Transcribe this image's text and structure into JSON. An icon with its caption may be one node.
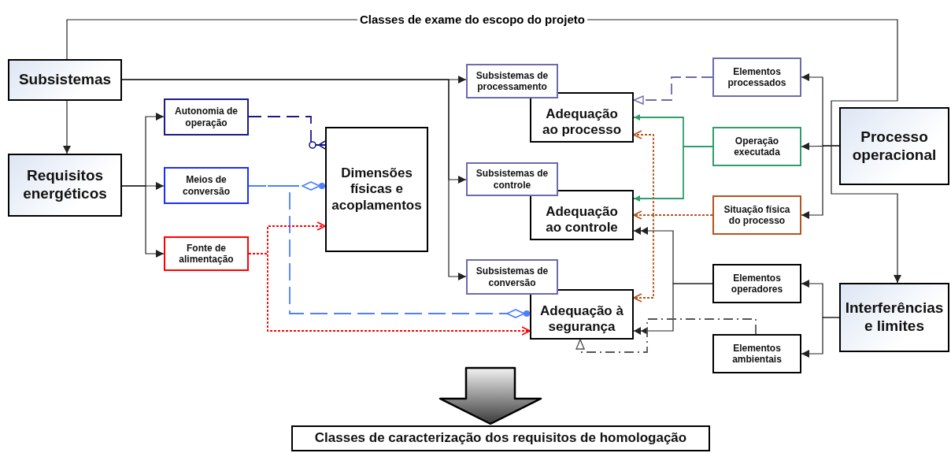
{
  "diagram": {
    "nodes": [
      {
        "text": [
          "Subsistemas"
        ]
      },
      {
        "text": [
          "Requisitos energéticos"
        ]
      },
      {
        "text": [
          "Autonomia de operação"
        ]
      },
      {
        "text": [
          "Meios de conversão"
        ]
      },
      {
        "text": [
          "Fonte de alimentação"
        ]
      },
      {
        "text": [
          "Dimensões físicas e acoplamentos"
        ]
      },
      {
        "text": [
          "Subsistemas de processamento"
        ]
      },
      {
        "text": [
          "Adequação ao processo"
        ]
      },
      {
        "text": [
          "Subsistemas de controle"
        ]
      },
      {
        "text": [
          "Adequação ao controle"
        ]
      },
      {
        "text": [
          "Subsistemas de conversão"
        ]
      },
      {
        "text": [
          "Adequação à segurança"
        ]
      },
      {
        "text": [
          "Elementos processados"
        ]
      },
      {
        "text": [
          "Operação executada"
        ]
      },
      {
        "text": [
          "Situação física do processo"
        ]
      },
      {
        "text": [
          "Elementos operadores"
        ]
      },
      {
        "text": [
          "Elementos ambientais"
        ]
      },
      {
        "text": [
          "Processo operacional"
        ]
      },
      {
        "text": [
          "Interferências e limites"
        ]
      },
      {
        "text": [
          "Classes de caracterização dos requisitos de homologação"
        ]
      }
    ],
    "edges": [
      {
        "from": 0,
        "to": 18,
        "arrow": "to",
        "label": "Classes de exame do escopo do projeto"
      },
      {
        "from": 0,
        "to": 1,
        "arrow": "to"
      },
      {
        "from": 0,
        "to": 6,
        "arrow": "to"
      },
      {
        "from": 0,
        "to": 8,
        "arrow": "to"
      },
      {
        "from": 0,
        "to": 10,
        "arrow": "to"
      },
      {
        "from": 1,
        "to": 2,
        "arrow": "to"
      },
      {
        "from": 1,
        "to": 3,
        "arrow": "to"
      },
      {
        "from": 1,
        "to": 4,
        "arrow": "to"
      },
      {
        "from": 2,
        "to": 5,
        "arrow": "other",
        "style": "dashed",
        "color": "#1a1a8c"
      },
      {
        "from": 3,
        "to": 5,
        "arrow": "other",
        "style": "dashed",
        "color": "#4d7fff"
      },
      {
        "from": 3,
        "to": 11,
        "arrow": "other",
        "style": "dashed",
        "color": "#4d7fff"
      },
      {
        "from": 4,
        "to": 5,
        "arrow": "to",
        "style": "dashed",
        "color": "#ff0000"
      },
      {
        "from": 4,
        "to": 11,
        "arrow": "to",
        "style": "dashed",
        "color": "#ff0000"
      },
      {
        "from": 12,
        "to": 7,
        "arrow": "to",
        "style": "dashed",
        "color": "#6b6bb0"
      },
      {
        "from": 13,
        "to": 7,
        "arrow": "to",
        "color": "#2e9e6b"
      },
      {
        "from": 13,
        "to": 9,
        "arrow": "to",
        "color": "#2e9e6b"
      },
      {
        "from": 14,
        "to": 7,
        "arrow": "to",
        "style": "dashed",
        "color": "#b5541c"
      },
      {
        "from": 14,
        "to": 9,
        "arrow": "to",
        "style": "dashed",
        "color": "#b5541c"
      },
      {
        "from": 14,
        "to": 11,
        "arrow": "to",
        "style": "dashed",
        "color": "#b5541c"
      },
      {
        "from": 17,
        "to": 12,
        "arrow": "to"
      },
      {
        "from": 17,
        "to": 13,
        "arrow": "to"
      },
      {
        "from": 17,
        "to": 14,
        "arrow": "to"
      },
      {
        "from": 18,
        "to": 15,
        "arrow": "to"
      },
      {
        "from": 18,
        "to": 16,
        "arrow": "to"
      },
      {
        "from": 15,
        "to": 9,
        "arrow": "to"
      },
      {
        "from": 15,
        "to": 11,
        "arrow": "to"
      },
      {
        "from": 16,
        "to": 11,
        "arrow": "to",
        "style": "dashed",
        "color": "#555555"
      },
      {
        "from": null,
        "to": 19,
        "arrow": "to",
        "style": "thick"
      }
    ]
  }
}
